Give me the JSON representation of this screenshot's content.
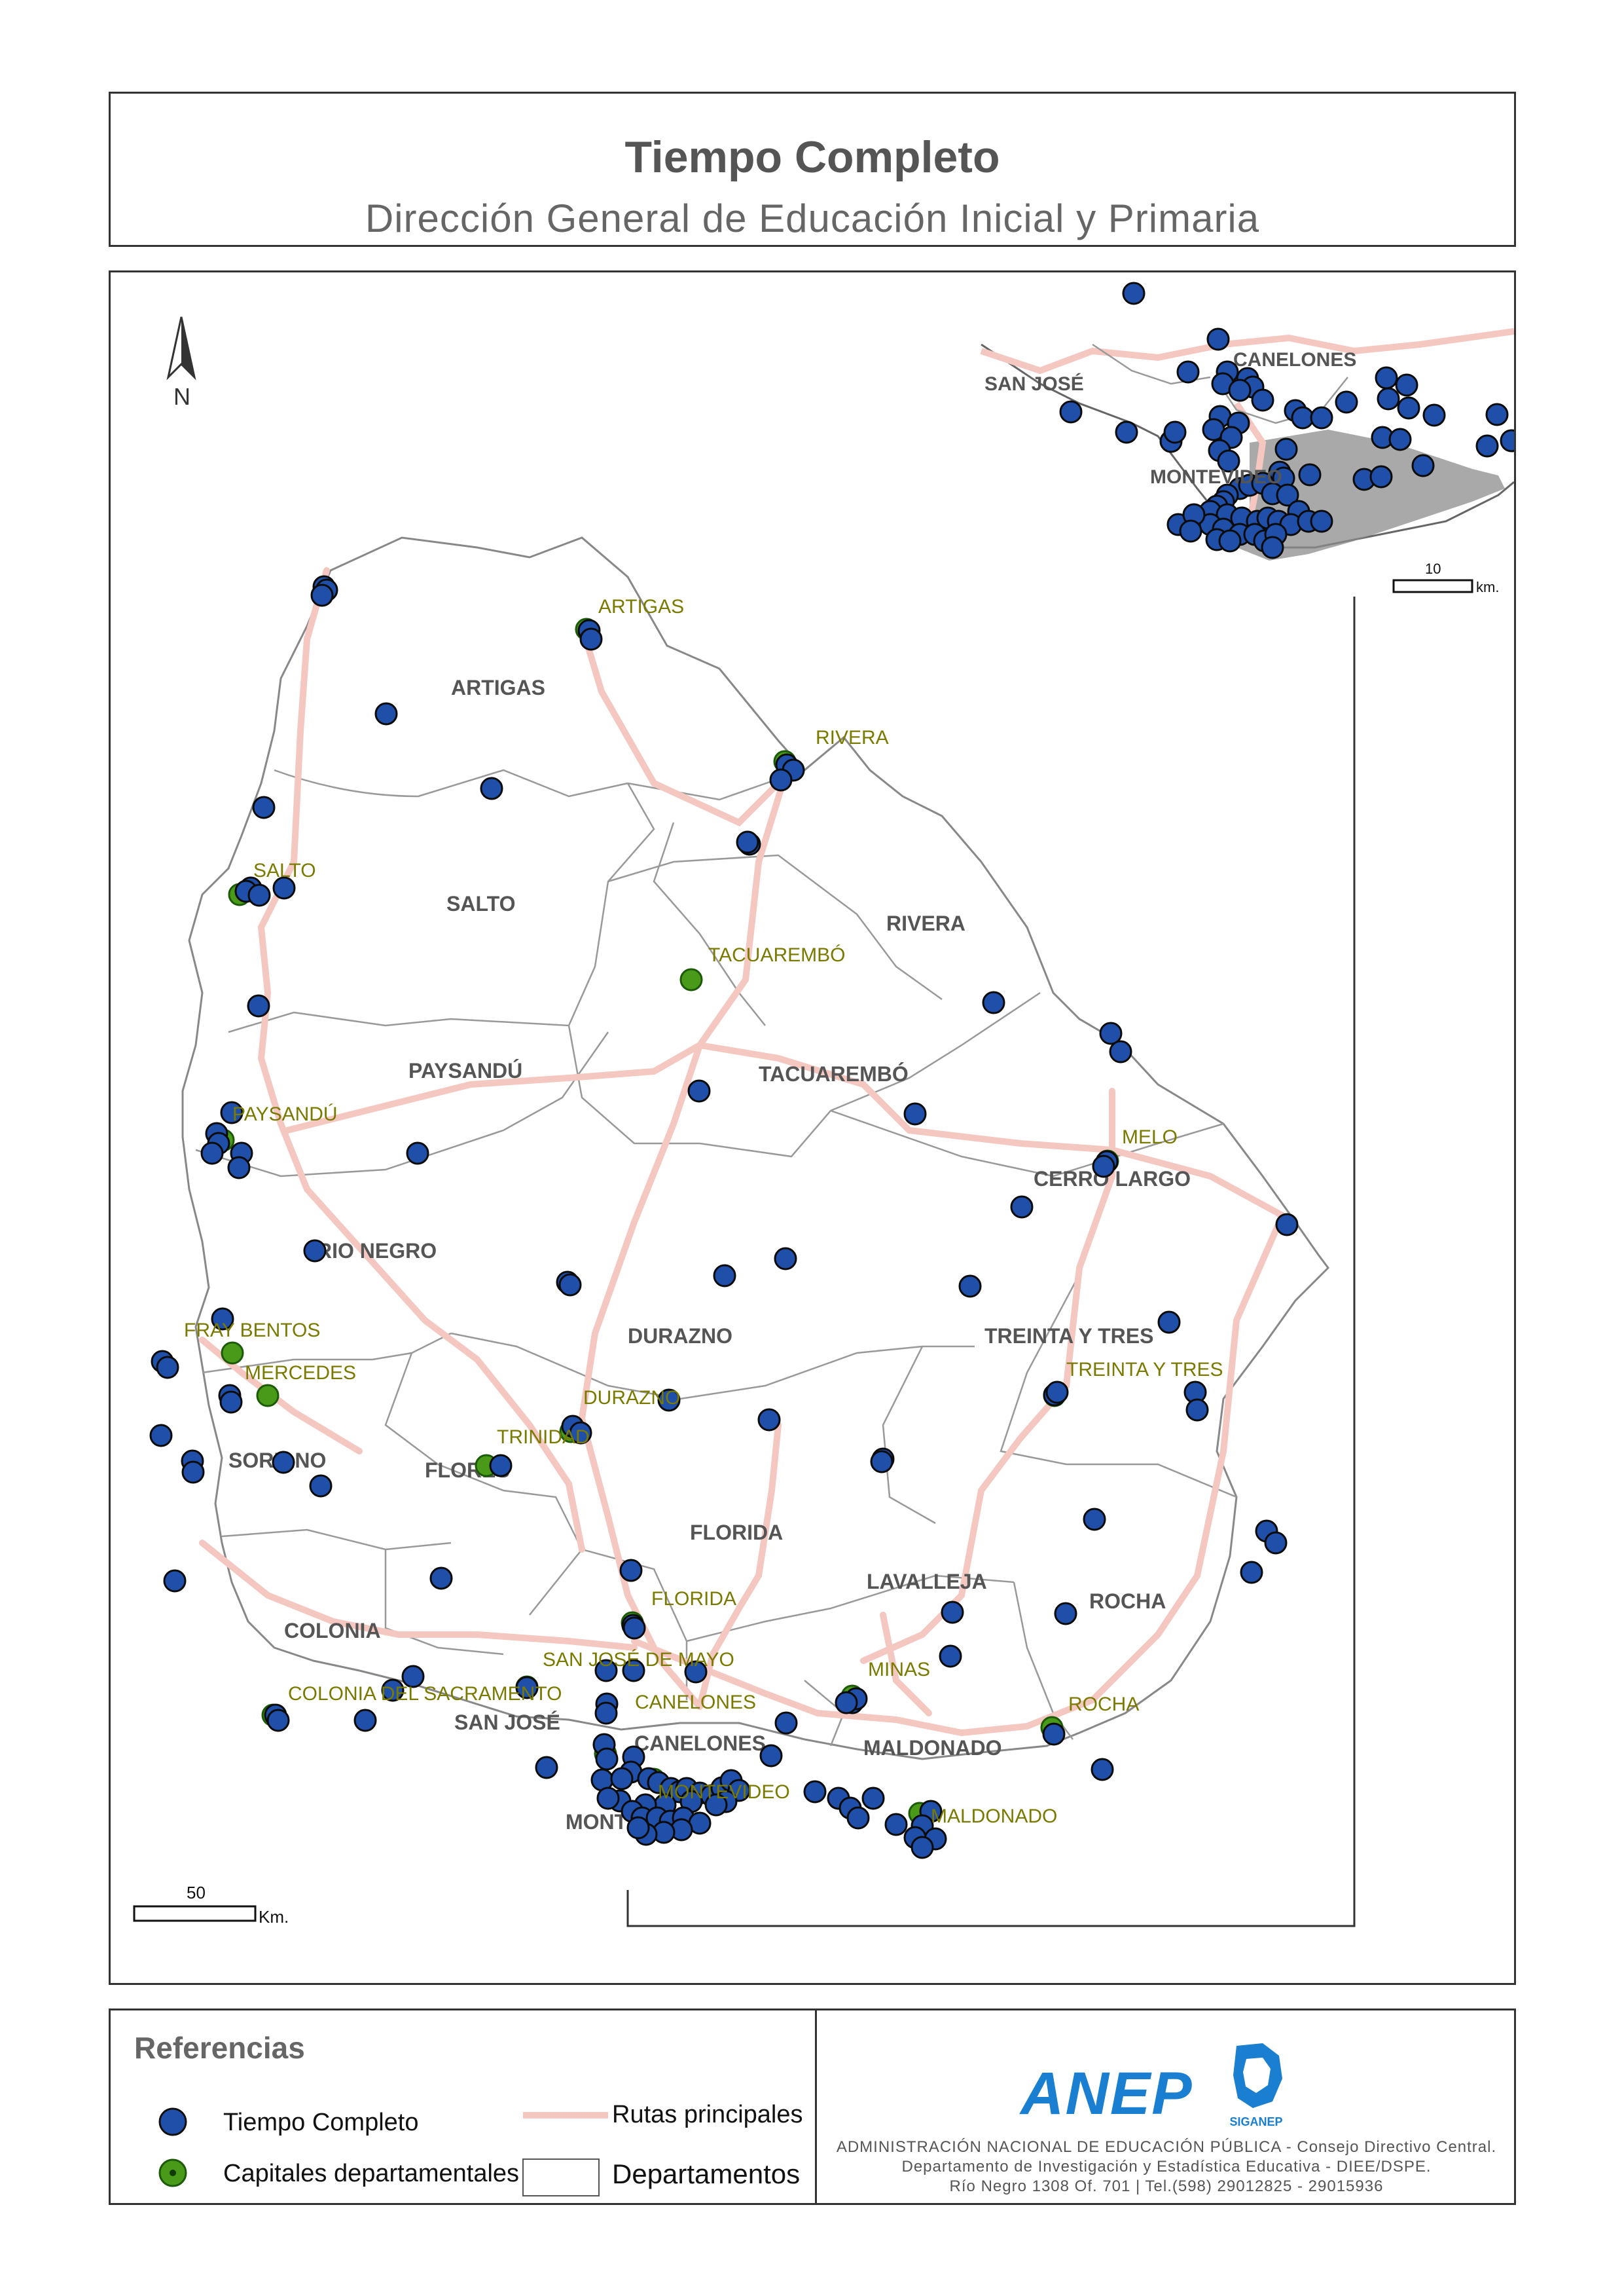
{
  "header": {
    "title": "Tiempo Completo",
    "subtitle": "Dirección General de Educación Inicial y Primaria"
  },
  "north_arrow": {
    "label": "N"
  },
  "scale_main": {
    "value": "50",
    "unit": "Km."
  },
  "scale_inset": {
    "value": "10",
    "unit": "km."
  },
  "colors": {
    "school": "#1f4fa8",
    "capital": "#4a9a1a",
    "route": "#f4c7c0",
    "department_border": "#999999",
    "department_label": "#555555",
    "capital_label": "#7a7a00"
  },
  "departments": [
    "ARTIGAS",
    "SALTO",
    "RIVERA",
    "PAYSANDÚ",
    "TACUAREMBÓ",
    "CERRO LARGO",
    "RIO NEGRO",
    "DURAZNO",
    "TREINTA Y TRES",
    "SORIANO",
    "FLORES",
    "FLORIDA",
    "LAVALLEJA",
    "ROCHA",
    "COLONIA",
    "SAN JOSÉ",
    "CANELONES",
    "MALDONADO",
    "MONTEVIDEO"
  ],
  "capitals": [
    "ARTIGAS",
    "RIVERA",
    "SALTO",
    "TACUAREMBÓ",
    "PAYSANDÚ",
    "MELO",
    "FRAY BENTOS",
    "MERCEDES",
    "TREINTA Y TRES",
    "DURAZNO",
    "TRINIDAD",
    "FLORIDA",
    "SAN JOSÉ DE MAYO",
    "MINAS",
    "COLONIA DEL SACRAMENTO",
    "CANELONES",
    "ROCHA",
    "MONTEVIDEO",
    "MALDONADO"
  ],
  "inset_labels": [
    "SAN JOSÉ",
    "CANELONES",
    "MONTEVIDEO"
  ],
  "legend": {
    "title": "Referencias",
    "items": [
      {
        "symbol": "school-marker",
        "label": "Tiempo Completo"
      },
      {
        "symbol": "capital-marker",
        "label": "Capitales departamentales"
      },
      {
        "symbol": "route-line",
        "label": "Rutas principales"
      },
      {
        "symbol": "department-box",
        "label": "Departamentos"
      }
    ]
  },
  "institution": {
    "logo": "ANEP",
    "sub_logo": "SIGANEP",
    "lines": [
      "ADMINISTRACIÓN NACIONAL DE EDUCACIÓN PÚBLICA - Consejo Directivo Central.",
      "Departamento de Investigación y Estadística Educativa - DIEE/DSPE.",
      "Río Negro 1308 Of. 701 | Tel.(598) 29012825 - 29015936"
    ]
  }
}
